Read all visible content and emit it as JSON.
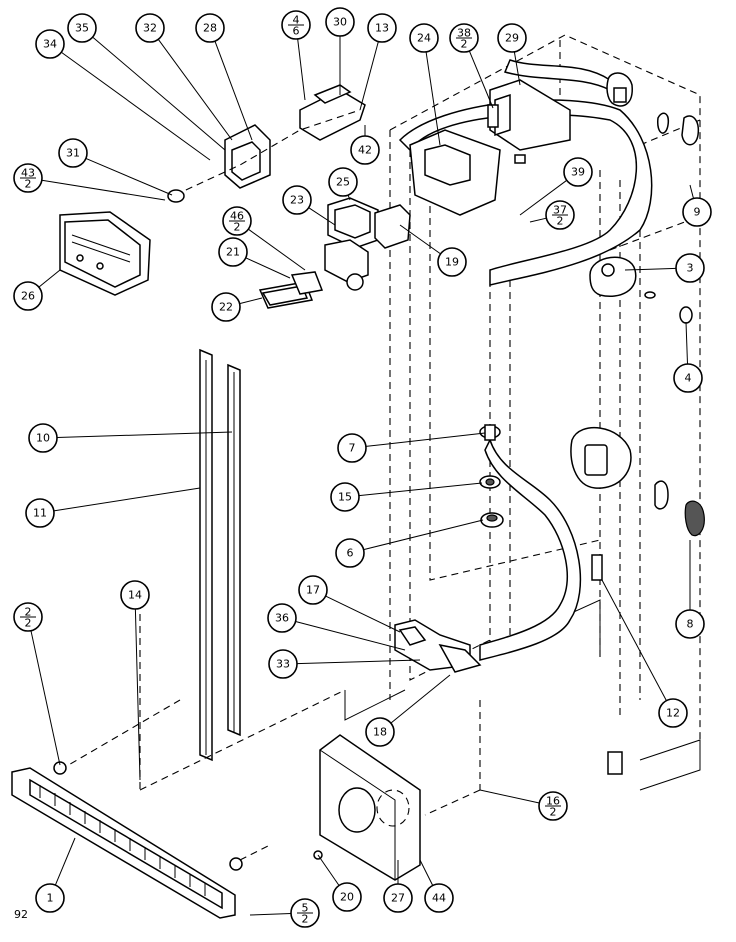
{
  "callouts": [
    {
      "label": "35"
    },
    {
      "label": "32"
    },
    {
      "label": "28"
    },
    {
      "label": "4/6",
      "frac": true,
      "num": "4",
      "den": "6"
    },
    {
      "label": "30"
    },
    {
      "label": "13"
    },
    {
      "label": "24"
    },
    {
      "label": "38/2",
      "frac": true,
      "num": "38",
      "den": "2"
    },
    {
      "label": "29"
    },
    {
      "label": "34"
    },
    {
      "label": "42"
    },
    {
      "label": "31"
    },
    {
      "label": "43/2",
      "frac": true,
      "num": "43",
      "den": "2"
    },
    {
      "label": "25"
    },
    {
      "label": "39"
    },
    {
      "label": "23"
    },
    {
      "label": "37/2",
      "frac": true,
      "num": "37",
      "den": "2"
    },
    {
      "label": "9"
    },
    {
      "label": "26"
    },
    {
      "label": "46/2",
      "frac": true,
      "num": "46",
      "den": "2"
    },
    {
      "label": "19"
    },
    {
      "label": "21"
    },
    {
      "label": "3"
    },
    {
      "label": "22"
    },
    {
      "label": "4"
    },
    {
      "label": "10"
    },
    {
      "label": "7"
    },
    {
      "label": "11"
    },
    {
      "label": "15"
    },
    {
      "label": "6"
    },
    {
      "label": "14"
    },
    {
      "label": "2/2",
      "frac": true,
      "num": "2",
      "den": "2"
    },
    {
      "label": "17"
    },
    {
      "label": "36"
    },
    {
      "label": "8"
    },
    {
      "label": "33"
    },
    {
      "label": "12"
    },
    {
      "label": "18"
    },
    {
      "label": "16/2",
      "frac": true,
      "num": "16",
      "den": "2"
    },
    {
      "label": "1"
    },
    {
      "label": "20"
    },
    {
      "label": "27"
    },
    {
      "label": "44"
    },
    {
      "label": "5/2",
      "frac": true,
      "num": "5",
      "den": "2"
    }
  ],
  "footer": {
    "code": "92"
  }
}
